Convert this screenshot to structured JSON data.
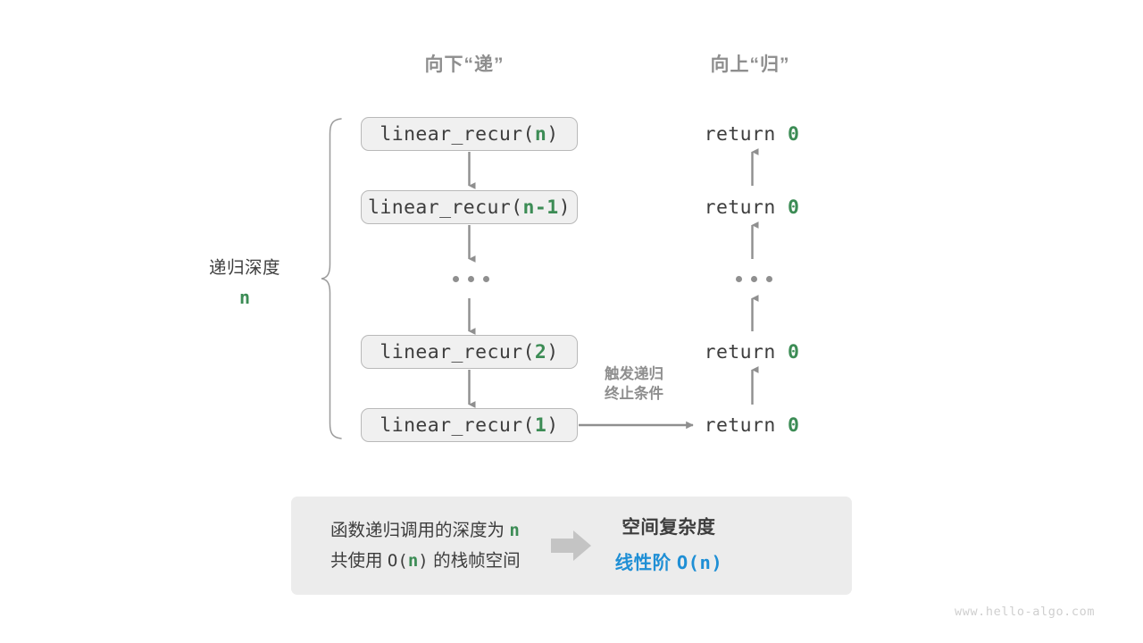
{
  "diagram": {
    "title_left": "向下“递”",
    "title_right": "向上“归”",
    "colors": {
      "green": "#3c8c55",
      "blue": "#1f8fd5",
      "gray_text": "#3d3d3d",
      "gray_muted": "#8e8e8e",
      "box_fill": "#f0f0f0",
      "box_border": "#b9b9b9",
      "panel_fill": "#ececec",
      "connector": "#8f8f8f",
      "watermark": "#cfcfcf"
    },
    "depth_label": {
      "text": "递归深度",
      "value": "n"
    },
    "trigger_note": {
      "line1": "触发递归",
      "line2": "终止条件"
    },
    "call_stack": [
      {
        "prefix": "linear_recur(",
        "arg": "n",
        "suffix": ")"
      },
      {
        "prefix": "linear_recur(",
        "arg": "n-1",
        "suffix": ")"
      },
      {
        "prefix": "",
        "arg": "",
        "suffix": "",
        "ellipsis": true
      },
      {
        "prefix": "linear_recur(",
        "arg": "2",
        "suffix": ")"
      },
      {
        "prefix": "linear_recur(",
        "arg": "1",
        "suffix": ")"
      }
    ],
    "returns": [
      {
        "keyword": "return",
        "value": "0"
      },
      {
        "keyword": "return",
        "value": "0"
      },
      {
        "ellipsis": true
      },
      {
        "keyword": "return",
        "value": "0"
      },
      {
        "keyword": "return",
        "value": "0"
      }
    ],
    "summary": {
      "left_line1_a": "函数递归调用的深度为 ",
      "left_line1_n": "n",
      "left_line2_a": "共使用 ",
      "left_line2_o": "O(",
      "left_line2_n": "n",
      "left_line2_c": ")",
      "left_line2_b": " 的栈帧空间",
      "arrow_icon": "right-arrow-icon",
      "right_line1": "空间复杂度",
      "right_line2_label": "线性阶 ",
      "right_line2_value": "O(n)"
    },
    "watermark": "www.hello-algo.com"
  }
}
